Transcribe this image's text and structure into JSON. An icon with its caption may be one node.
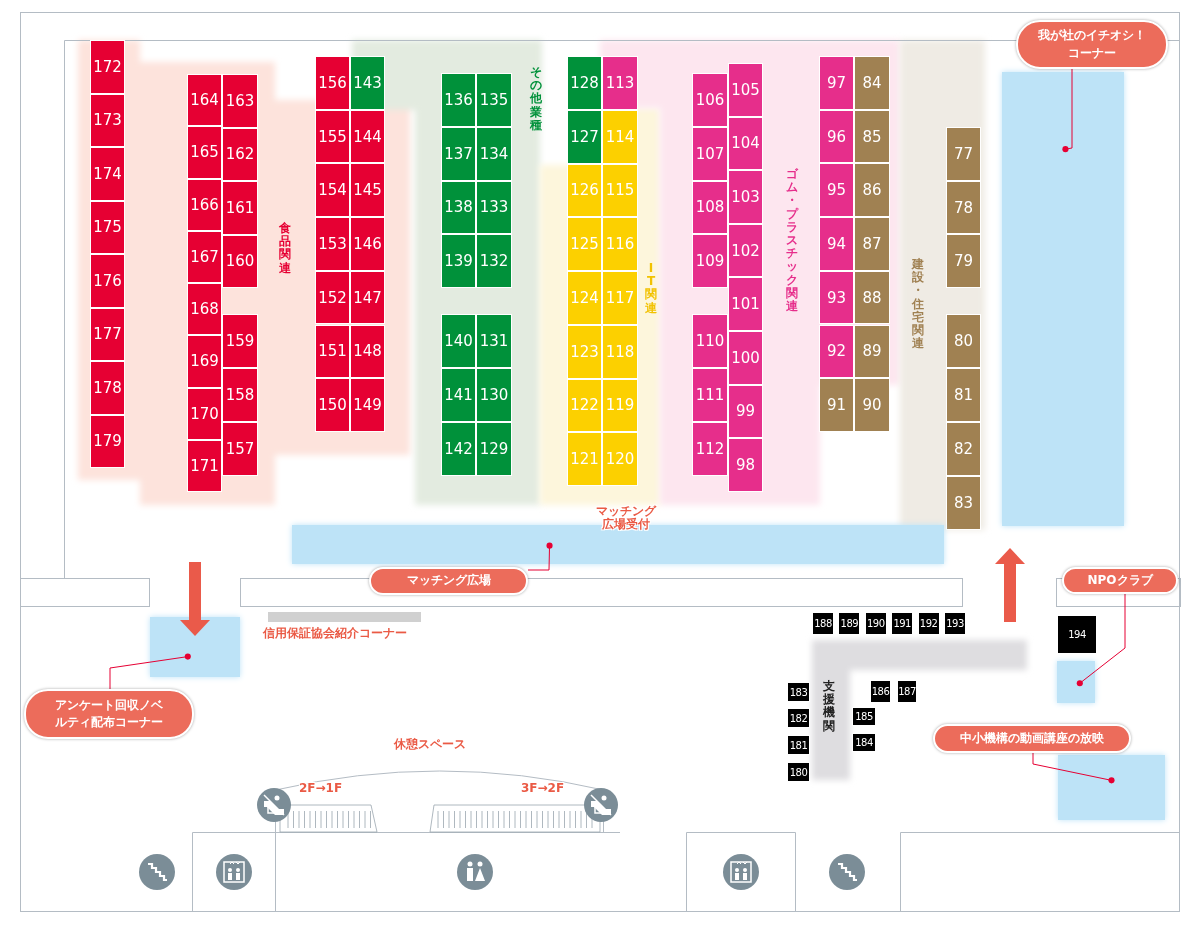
{
  "diagram": {
    "nodes": [
      {
        "text": [
          "172"
        ]
      },
      {
        "text": [
          "173"
        ]
      },
      {
        "text": [
          "174"
        ]
      },
      {
        "text": [
          "175"
        ]
      },
      {
        "text": [
          "176"
        ]
      },
      {
        "text": [
          "177"
        ]
      },
      {
        "text": [
          "178"
        ]
      },
      {
        "text": [
          "179"
        ]
      },
      {
        "text": [
          "164"
        ]
      },
      {
        "text": [
          "165"
        ]
      },
      {
        "text": [
          "166"
        ]
      },
      {
        "text": [
          "167"
        ]
      },
      {
        "text": [
          "168"
        ]
      },
      {
        "text": [
          "169"
        ]
      },
      {
        "text": [
          "170"
        ]
      },
      {
        "text": [
          "171"
        ]
      },
      {
        "text": [
          "163"
        ]
      },
      {
        "text": [
          "162"
        ]
      },
      {
        "text": [
          "161"
        ]
      },
      {
        "text": [
          "160"
        ]
      },
      {
        "text": [
          "159"
        ]
      },
      {
        "text": [
          "158"
        ]
      },
      {
        "text": [
          "157"
        ]
      },
      {
        "text": [
          "156"
        ]
      },
      {
        "text": [
          "155"
        ]
      },
      {
        "text": [
          "154"
        ]
      },
      {
        "text": [
          "153"
        ]
      },
      {
        "text": [
          "152"
        ]
      },
      {
        "text": [
          "151"
        ]
      },
      {
        "text": [
          "150"
        ]
      },
      {
        "text": [
          "143"
        ]
      },
      {
        "text": [
          "144"
        ]
      },
      {
        "text": [
          "145"
        ]
      },
      {
        "text": [
          "146"
        ]
      },
      {
        "text": [
          "147"
        ]
      },
      {
        "text": [
          "148"
        ]
      },
      {
        "text": [
          "149"
        ]
      },
      {
        "text": [
          "136"
        ]
      },
      {
        "text": [
          "137"
        ]
      },
      {
        "text": [
          "138"
        ]
      },
      {
        "text": [
          "139"
        ]
      },
      {
        "text": [
          "140"
        ]
      },
      {
        "text": [
          "141"
        ]
      },
      {
        "text": [
          "142"
        ]
      },
      {
        "text": [
          "135"
        ]
      },
      {
        "text": [
          "134"
        ]
      },
      {
        "text": [
          "133"
        ]
      },
      {
        "text": [
          "132"
        ]
      },
      {
        "text": [
          "131"
        ]
      },
      {
        "text": [
          "130"
        ]
      },
      {
        "text": [
          "129"
        ]
      },
      {
        "text": [
          "128"
        ]
      },
      {
        "text": [
          "127"
        ]
      },
      {
        "text": [
          "126"
        ]
      },
      {
        "text": [
          "125"
        ]
      },
      {
        "text": [
          "124"
        ]
      },
      {
        "text": [
          "123"
        ]
      },
      {
        "text": [
          "122"
        ]
      },
      {
        "text": [
          "121"
        ]
      },
      {
        "text": [
          "113"
        ]
      },
      {
        "text": [
          "114"
        ]
      },
      {
        "text": [
          "115"
        ]
      },
      {
        "text": [
          "116"
        ]
      },
      {
        "text": [
          "117"
        ]
      },
      {
        "text": [
          "118"
        ]
      },
      {
        "text": [
          "119"
        ]
      },
      {
        "text": [
          "120"
        ]
      },
      {
        "text": [
          "106"
        ]
      },
      {
        "text": [
          "107"
        ]
      },
      {
        "text": [
          "108"
        ]
      },
      {
        "text": [
          "109"
        ]
      },
      {
        "text": [
          "110"
        ]
      },
      {
        "text": [
          "111"
        ]
      },
      {
        "text": [
          "112"
        ]
      },
      {
        "text": [
          "105"
        ]
      },
      {
        "text": [
          "104"
        ]
      },
      {
        "text": [
          "103"
        ]
      },
      {
        "text": [
          "102"
        ]
      },
      {
        "text": [
          "101"
        ]
      },
      {
        "text": [
          "100"
        ]
      },
      {
        "text": [
          "99"
        ]
      },
      {
        "text": [
          "98"
        ]
      },
      {
        "text": [
          "97"
        ]
      },
      {
        "text": [
          "96"
        ]
      },
      {
        "text": [
          "95"
        ]
      },
      {
        "text": [
          "94"
        ]
      },
      {
        "text": [
          "93"
        ]
      },
      {
        "text": [
          "92"
        ]
      },
      {
        "text": [
          "91"
        ]
      },
      {
        "text": [
          "84"
        ]
      },
      {
        "text": [
          "85"
        ]
      },
      {
        "text": [
          "86"
        ]
      },
      {
        "text": [
          "87"
        ]
      },
      {
        "text": [
          "88"
        ]
      },
      {
        "text": [
          "89"
        ]
      },
      {
        "text": [
          "90"
        ]
      },
      {
        "text": [
          "77"
        ]
      },
      {
        "text": [
          "78"
        ]
      },
      {
        "text": [
          "79"
        ]
      },
      {
        "text": [
          "80"
        ]
      },
      {
        "text": [
          "81"
        ]
      },
      {
        "text": [
          "82"
        ]
      },
      {
        "text": [
          "83"
        ]
      },
      {
        "text": [
          "188"
        ]
      },
      {
        "text": [
          "189"
        ]
      },
      {
        "text": [
          "190"
        ]
      },
      {
        "text": [
          "191"
        ]
      },
      {
        "text": [
          "192"
        ]
      },
      {
        "text": [
          "193"
        ]
      },
      {
        "text": [
          "183"
        ]
      },
      {
        "text": [
          "182"
        ]
      },
      {
        "text": [
          "181"
        ]
      },
      {
        "text": [
          "180"
        ]
      },
      {
        "text": [
          "186"
        ]
      },
      {
        "text": [
          "187"
        ]
      },
      {
        "text": [
          "185"
        ]
      },
      {
        "text": [
          "184"
        ]
      },
      {
        "text": [
          "194"
        ]
      },
      {
        "text": [
          "我が社のイチオシ！コーナー"
        ]
      },
      {
        "text": [],
        "shape": "box"
      },
      {
        "text": [
          "マッチング広場"
        ]
      },
      {
        "text": [],
        "shape": "box"
      },
      {
        "text": [
          "NPOクラブ"
        ]
      },
      {
        "text": [],
        "shape": "box"
      },
      {
        "text": [
          "アンケート回収ノベルティ配布コーナー"
        ]
      },
      {
        "text": [],
        "shape": "box"
      },
      {
        "text": [
          "中小機構の動画講座の放映"
        ]
      },
      {
        "text": [],
        "shape": "box"
      }
    ],
    "edges": [
      {
        "from": 118,
        "to": 119,
        "arrow": "other"
      },
      {
        "from": 120,
        "to": 121,
        "arrow": "other"
      },
      {
        "from": 122,
        "to": 123,
        "arrow": "other"
      },
      {
        "from": 124,
        "to": 125,
        "arrow": "other"
      },
      {
        "from": 126,
        "to": 127,
        "arrow": "other"
      }
    ],
    "labels": [
      "食品関連",
      "その他業種",
      "IT関連",
      "ゴム・プラスチック関連",
      "建設・住宅関連",
      "マッチング広場受付",
      "信用保証協会紹介コーナー",
      "支援機関",
      "休憩スペース",
      "2F→1F",
      "3F→2F"
    ]
  }
}
